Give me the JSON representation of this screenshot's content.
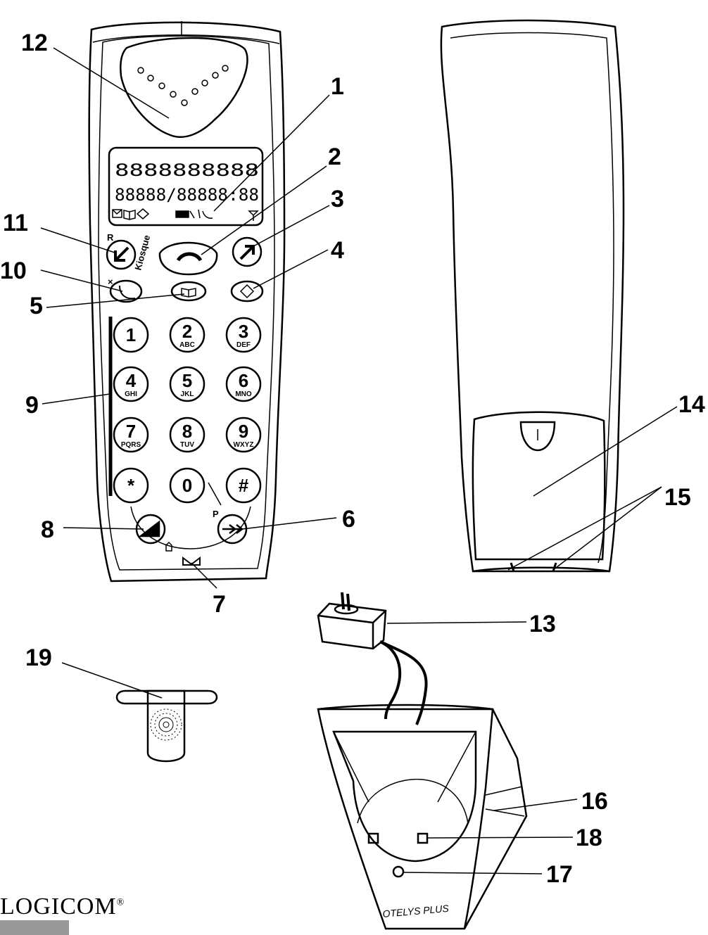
{
  "callouts": [
    "1",
    "2",
    "3",
    "4",
    "5",
    "6",
    "7",
    "8",
    "9",
    "10",
    "11",
    "12",
    "13",
    "14",
    "15",
    "16",
    "17",
    "18",
    "19"
  ],
  "keypad": [
    {
      "digit": "1",
      "letters": ""
    },
    {
      "digit": "2",
      "letters": "ABC"
    },
    {
      "digit": "3",
      "letters": "DEF"
    },
    {
      "digit": "4",
      "letters": "GHI"
    },
    {
      "digit": "5",
      "letters": "JKL"
    },
    {
      "digit": "6",
      "letters": "MNO"
    },
    {
      "digit": "7",
      "letters": "PQRS"
    },
    {
      "digit": "8",
      "letters": "TUV"
    },
    {
      "digit": "9",
      "letters": "WXYZ"
    },
    {
      "digit": "*",
      "letters": ""
    },
    {
      "digit": "0",
      "letters": ""
    },
    {
      "digit": "#",
      "letters": ""
    }
  ],
  "display": {
    "row1": "8888888888",
    "row2": "88888/88888:88"
  },
  "labels": {
    "r_key": "R",
    "kiosque": "Kiosque",
    "p_key": "P",
    "x_mark": "×",
    "base_name": "OTELYS PLUS"
  },
  "brand": {
    "name": "LOGICOM",
    "mark": "®"
  },
  "colors": {
    "ink": "#000000",
    "paper": "#ffffff",
    "tab": "#999999"
  }
}
